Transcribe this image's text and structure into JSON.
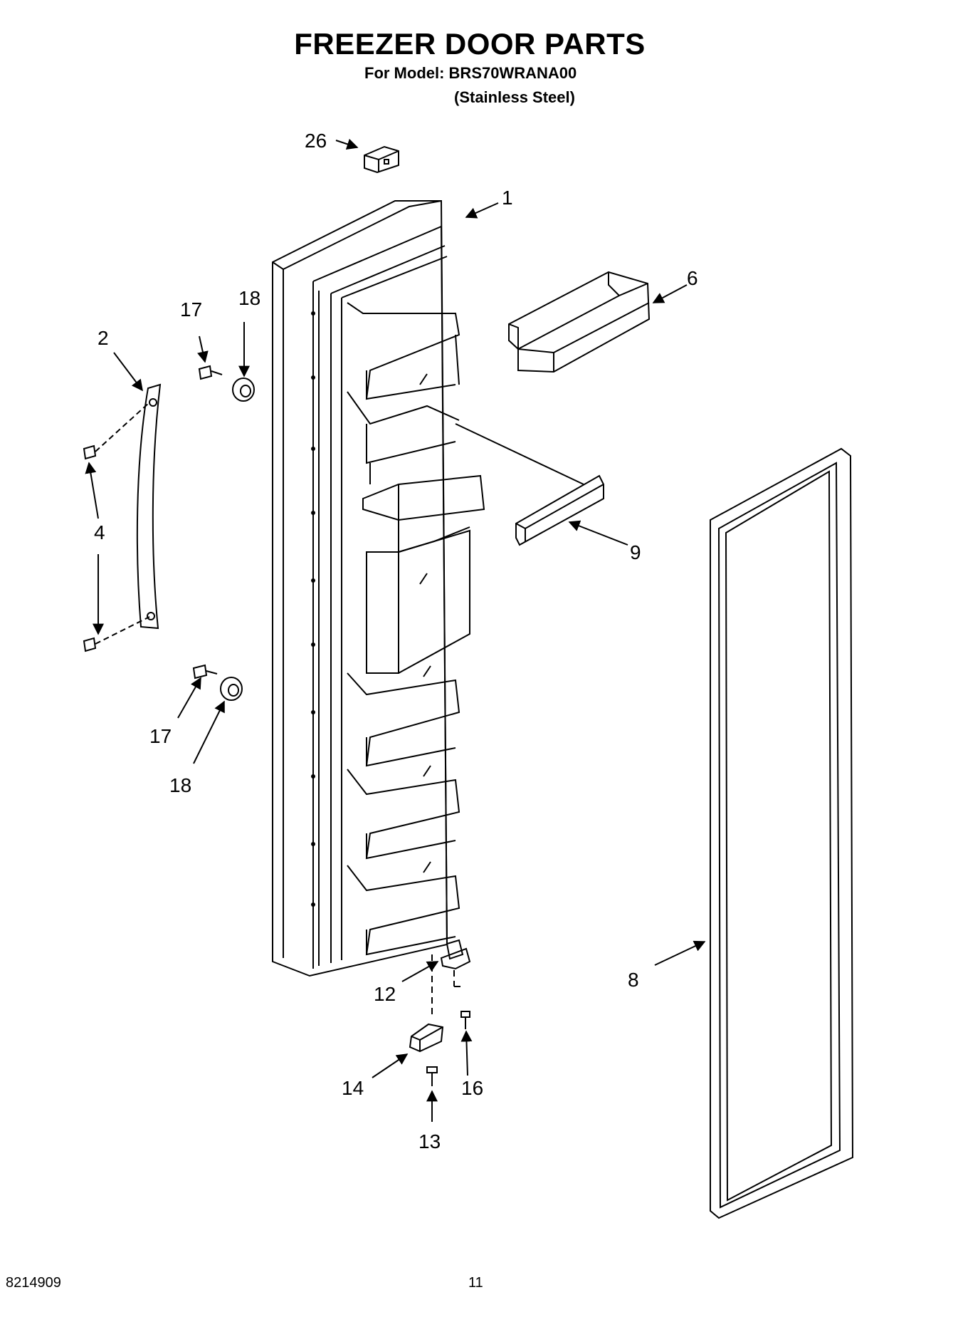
{
  "header": {
    "title": "FREEZER DOOR PARTS",
    "model_line": "For Model: BRS70WRANA00",
    "finish": "(Stainless Steel)"
  },
  "callouts": [
    "26",
    "1",
    "6",
    "17",
    "18",
    "2",
    "4",
    "9",
    "17",
    "18",
    "8",
    "12",
    "14",
    "16",
    "13"
  ],
  "footer": {
    "doc_number": "8214909",
    "page_number": "11"
  }
}
